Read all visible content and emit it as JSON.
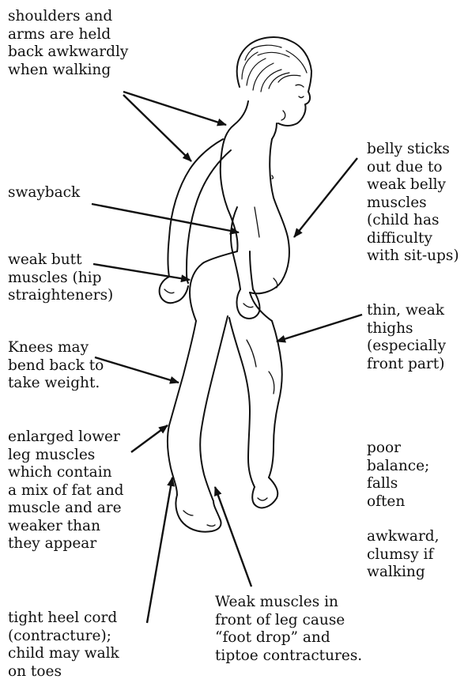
{
  "colors": {
    "ink": "#111111",
    "background": "#ffffff"
  },
  "labels": {
    "shoulders": "shoulders and\narms are held\nback awkwardly\nwhen walking",
    "swayback": "swayback",
    "butt": "weak butt\nmuscles (hip\nstraighteners)",
    "knees": "Knees may\nbend back to\ntake weight.",
    "lower_leg": "enlarged lower\nleg muscles\nwhich contain\na mix of fat and\nmuscle and are\nweaker than\nthey appear",
    "heel_cord": "tight heel cord\n(contracture);\nchild may walk\non toes",
    "foot_drop": "Weak muscles in\nfront of leg cause\n“foot drop” and\ntiptoe contractures.",
    "belly": "belly sticks\nout due to\nweak belly\nmuscles\n(child has\ndifficulty\nwith sit-ups)",
    "thighs": "thin, weak\nthighs\n(especially\nfront part)",
    "balance": "poor\nbalance;\nfalls\noften",
    "clumsy": "awkward,\nclumsy if\nwalking"
  }
}
